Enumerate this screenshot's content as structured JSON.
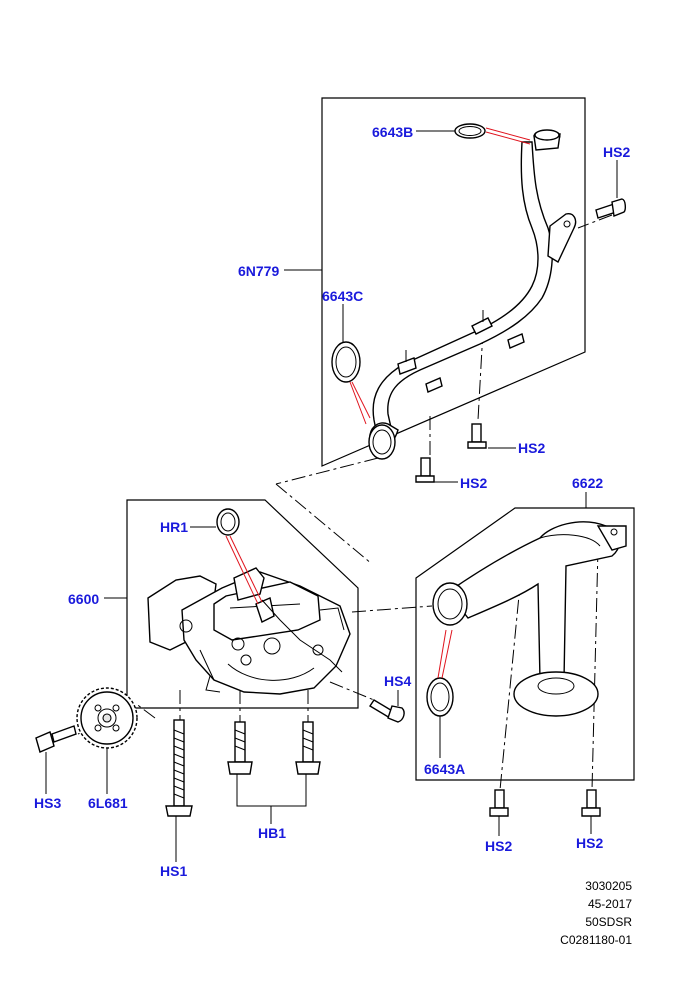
{
  "labels": {
    "pipe": "6N779",
    "seal_top": "6643B",
    "seal_mid": "6643C",
    "bolt_pipe_bracket": "HS2",
    "bolt_pipe_mid": "HS2",
    "bolt_pipe_low": "HS2",
    "pump": "6600",
    "oring_pump": "HR1",
    "bolt_hs4": "HS4",
    "pickup": "6622",
    "seal_pickup": "6643A",
    "bolt_pickup_left": "HS2",
    "bolt_pickup_right": "HS2",
    "sprocket": "6L681",
    "bolt_sprocket": "HS3",
    "stud_long": "HS1",
    "bolts_pair": "HB1"
  },
  "reference": {
    "line1": "3030205",
    "line2": "45-2017",
    "line3": "50SDSR",
    "line4": "C0281180-01"
  },
  "colors": {
    "label": "#1a1adc",
    "seal_leader": "#e0141e",
    "line": "#000000"
  }
}
